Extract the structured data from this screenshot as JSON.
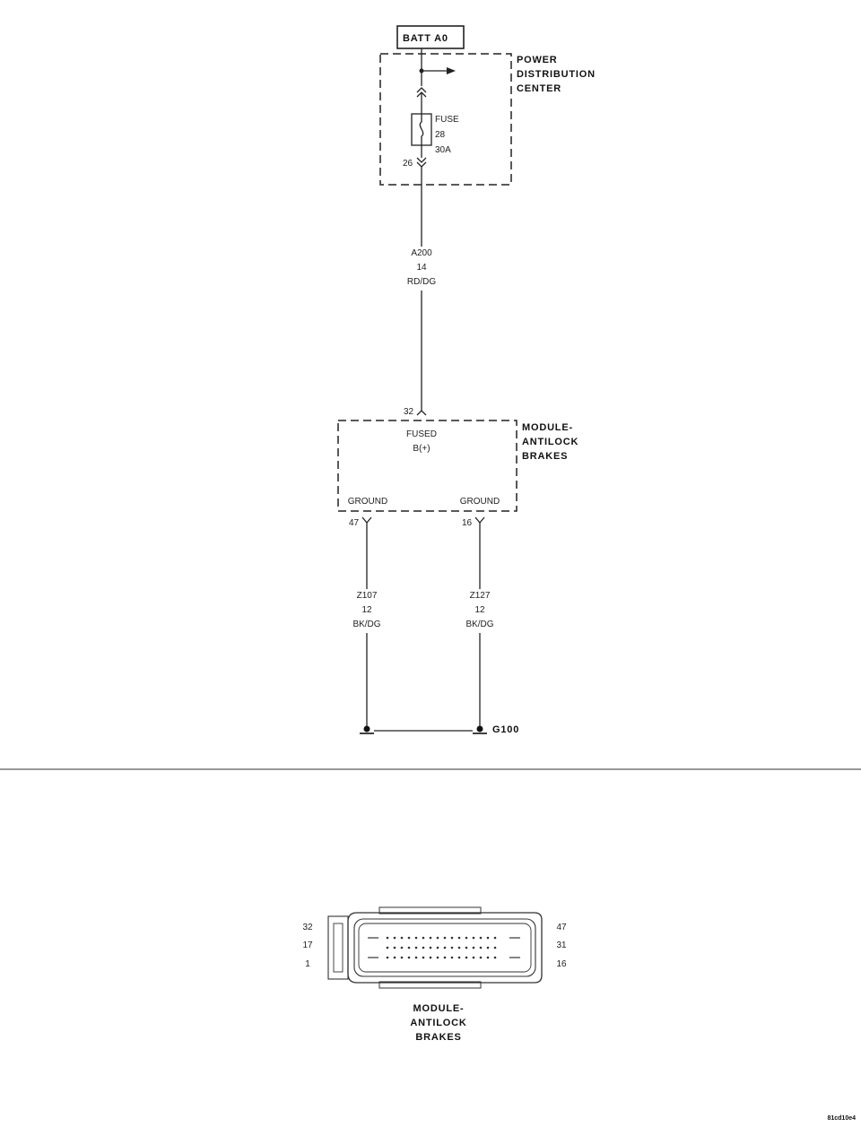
{
  "source": {
    "label": "BATT A0"
  },
  "pdc": {
    "name_lines": [
      "POWER",
      "DISTRIBUTION",
      "CENTER"
    ],
    "fuse_lines": [
      "FUSE",
      "28",
      "30A"
    ],
    "output_pin": "26"
  },
  "wire_a200": {
    "lines": [
      "A200",
      "14",
      "RD/DG"
    ]
  },
  "abs_module": {
    "name_lines": [
      "MODULE-",
      "ANTILOCK",
      "BRAKES"
    ],
    "input_pin": "32",
    "input_label_lines": [
      "FUSED",
      "B(+)"
    ],
    "ground_left": {
      "label": "GROUND",
      "pin": "47"
    },
    "ground_right": {
      "label": "GROUND",
      "pin": "16"
    }
  },
  "wire_z107": {
    "lines": [
      "Z107",
      "12",
      "BK/DG"
    ]
  },
  "wire_z127": {
    "lines": [
      "Z127",
      "12",
      "BK/DG"
    ]
  },
  "ground_point": {
    "label": "G100"
  },
  "connector_view": {
    "left_pins": [
      "32",
      "17",
      "1"
    ],
    "right_pins": [
      "47",
      "31",
      "16"
    ],
    "name_lines": [
      "MODULE-",
      "ANTILOCK",
      "BRAKES"
    ]
  },
  "figure_code": "81cd10e4"
}
